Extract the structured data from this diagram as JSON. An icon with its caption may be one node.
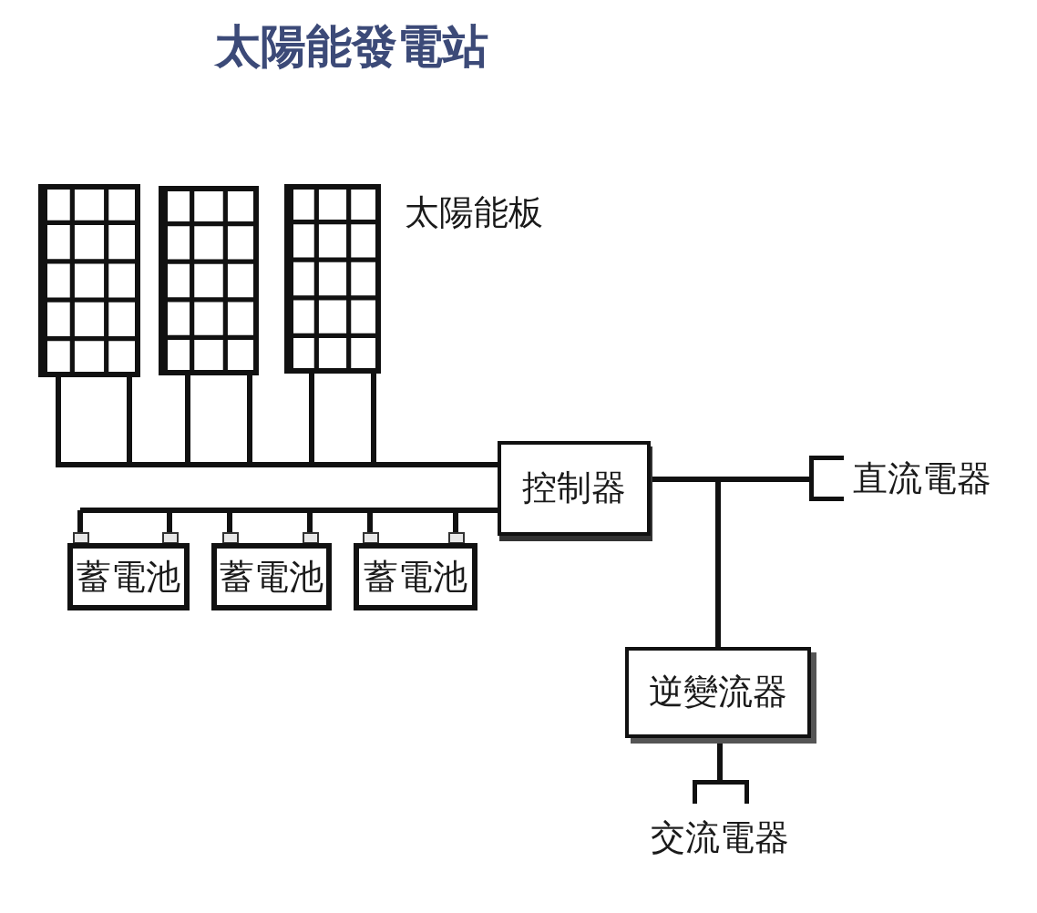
{
  "diagram": {
    "title": "太陽能發電站",
    "nodes": [
      {
        "text": [],
        "shape": "box"
      },
      {
        "text": [],
        "shape": "box"
      },
      {
        "text": [],
        "shape": "box"
      },
      {
        "text": [
          "控制器"
        ]
      },
      {
        "text": [
          "直流電器"
        ]
      },
      {
        "text": [
          "蓄電池"
        ]
      },
      {
        "text": [
          "蓄電池"
        ]
      },
      {
        "text": [
          "蓄電池"
        ]
      },
      {
        "text": [
          "逆變流器"
        ]
      },
      {
        "text": [
          "交流電器"
        ]
      }
    ],
    "edges": [
      {
        "from": 0,
        "to": 3,
        "arrow": "none"
      },
      {
        "from": 1,
        "to": 3,
        "arrow": "none"
      },
      {
        "from": 2,
        "to": 3,
        "arrow": "none"
      },
      {
        "from": 3,
        "to": 5,
        "arrow": "none"
      },
      {
        "from": 3,
        "to": 6,
        "arrow": "none"
      },
      {
        "from": 3,
        "to": 7,
        "arrow": "none"
      },
      {
        "from": 3,
        "to": 4,
        "arrow": "none"
      },
      {
        "from": 3,
        "to": 8,
        "arrow": "none"
      },
      {
        "from": 8,
        "to": 9,
        "arrow": "none"
      }
    ],
    "labels": [
      "太陽能板"
    ]
  }
}
